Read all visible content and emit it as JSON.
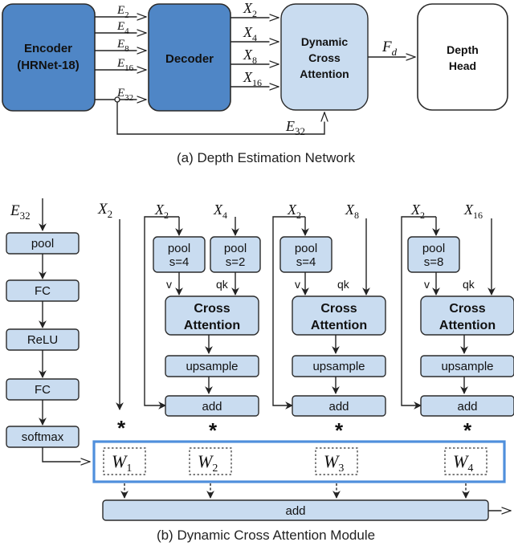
{
  "part_a": {
    "encoder": [
      "Encoder",
      "(HRNet-18)"
    ],
    "decoder": "Decoder",
    "dca": [
      "Dynamic",
      "Cross",
      "Attention"
    ],
    "depth_head": [
      "Depth",
      "Head"
    ],
    "enc_outputs": [
      [
        "E",
        "2"
      ],
      [
        "E",
        "4"
      ],
      [
        "E",
        "8"
      ],
      [
        "E",
        "16"
      ],
      [
        "E",
        "32"
      ]
    ],
    "dec_outputs": [
      [
        "X",
        "2"
      ],
      [
        "X",
        "4"
      ],
      [
        "X",
        "8"
      ],
      [
        "X",
        "16"
      ]
    ],
    "skip_label": [
      "E",
      "32"
    ],
    "fd_label": [
      "F",
      "d"
    ],
    "caption": "(a) Depth Estimation Network"
  },
  "part_b": {
    "e32_input": [
      "E",
      "32"
    ],
    "weight_stack": [
      "pool",
      "FC",
      "ReLU",
      "FC",
      "softmax"
    ],
    "x2_direct": [
      "X",
      "2"
    ],
    "branches": [
      {
        "x_main": [
          "X",
          "2"
        ],
        "x_side": [
          "X",
          "4"
        ],
        "pools": [
          "pool\ns=4",
          "pool\ns=2"
        ],
        "v": "v",
        "qk": "qk",
        "cross": [
          "Cross",
          "Attention"
        ],
        "upsample": "upsample",
        "add": "add"
      },
      {
        "x_main": [
          "X",
          "2"
        ],
        "x_side": [
          "X",
          "8"
        ],
        "pools": [
          "pool\ns=4"
        ],
        "v": "v",
        "qk": "qk",
        "cross": [
          "Cross",
          "Attention"
        ],
        "upsample": "upsample",
        "add": "add"
      },
      {
        "x_main": [
          "X",
          "2"
        ],
        "x_side": [
          "X",
          "16"
        ],
        "pools": [
          "pool\ns=8"
        ],
        "v": "v",
        "qk": "qk",
        "cross": [
          "Cross",
          "Attention"
        ],
        "upsample": "upsample",
        "add": "add"
      }
    ],
    "star": "*",
    "weights": [
      [
        "W",
        "1"
      ],
      [
        "W",
        "2"
      ],
      [
        "W",
        "3"
      ],
      [
        "W",
        "4"
      ]
    ],
    "final_add": "add",
    "caption": "(b) Dynamic Cross Attention Module"
  }
}
